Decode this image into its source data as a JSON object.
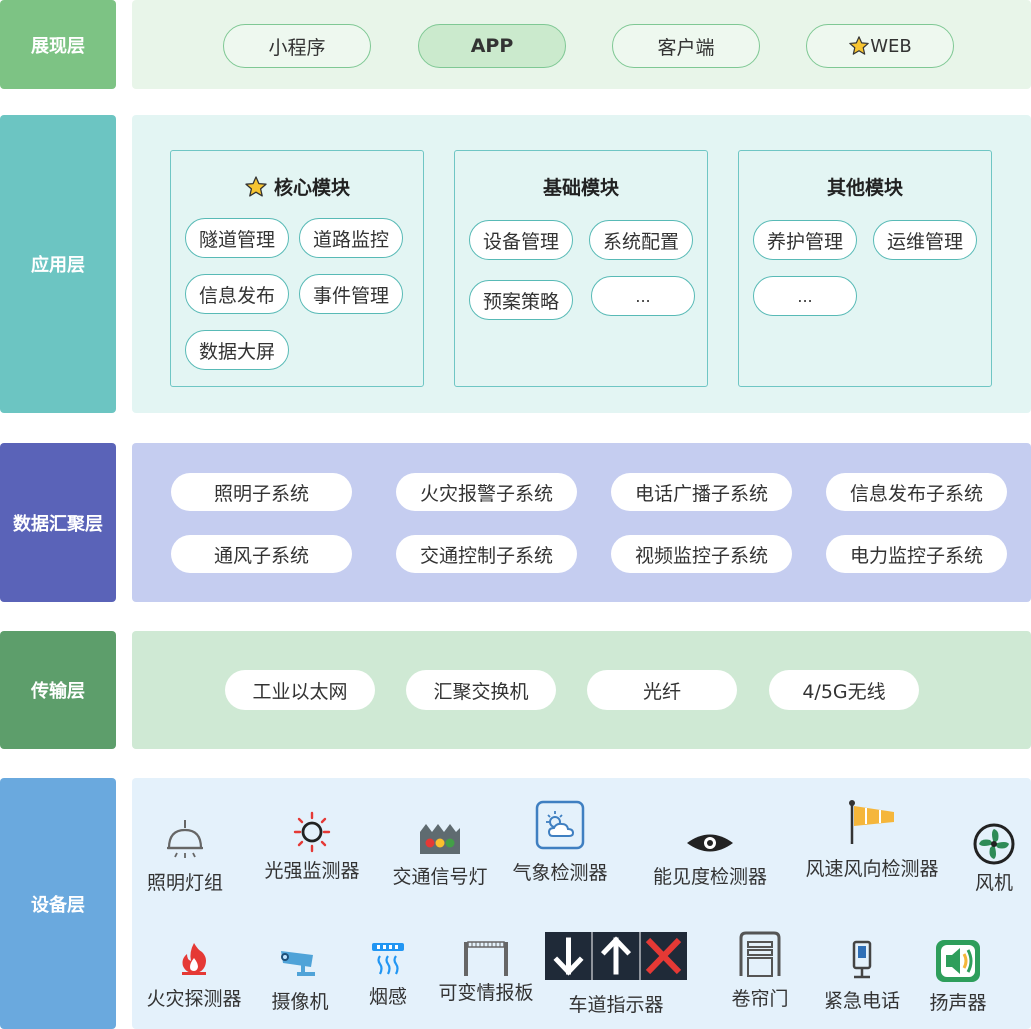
{
  "layers": {
    "presentation": "展现层",
    "application": "应用层",
    "data": "数据汇聚层",
    "transport": "传输层",
    "device": "设备层"
  },
  "presentation": {
    "items": [
      "小程序",
      "APP",
      "客户端",
      "WEB"
    ]
  },
  "application": {
    "core": {
      "title": "核心模块",
      "items": [
        "隧道管理",
        "道路监控",
        "信息发布",
        "事件管理",
        "数据大屏"
      ]
    },
    "basic": {
      "title": "基础模块",
      "items": [
        "设备管理",
        "系统配置",
        "预案策略",
        "..."
      ]
    },
    "other": {
      "title": "其他模块",
      "items": [
        "养护管理",
        "运维管理",
        "..."
      ]
    }
  },
  "data_layer": {
    "items": [
      "照明子系统",
      "火灾报警子系统",
      "电话广播子系统",
      "信息发布子系统",
      "通风子系统",
      "交通控制子系统",
      "视频监控子系统",
      "电力监控子系统"
    ]
  },
  "transport": {
    "items": [
      "工业以太网",
      "汇聚交换机",
      "光纤",
      "4/5G无线"
    ]
  },
  "devices": {
    "row1": [
      "照明灯组",
      "光强监测器",
      "交通信号灯",
      "气象检测器",
      "能见度检测器",
      "风速风向检测器",
      "风机"
    ],
    "row2": [
      "火灾探测器",
      "摄像机",
      "烟感",
      "可变情报板",
      "车道指示器",
      "卷帘门",
      "紧急电话",
      "扬声器"
    ]
  },
  "colors": {
    "presentation_label": "#7dc384",
    "presentation_bg": "#e8f5e9",
    "application_label": "#6cc5c2",
    "application_bg": "#e3f5f3",
    "data_label": "#5a63b8",
    "data_bg": "#c5cdf0",
    "transport_label": "#5d9e6b",
    "transport_bg": "#cfe9d4",
    "device_label": "#6aa9de",
    "device_bg": "#e4f1fb",
    "star": "#f7c531"
  }
}
